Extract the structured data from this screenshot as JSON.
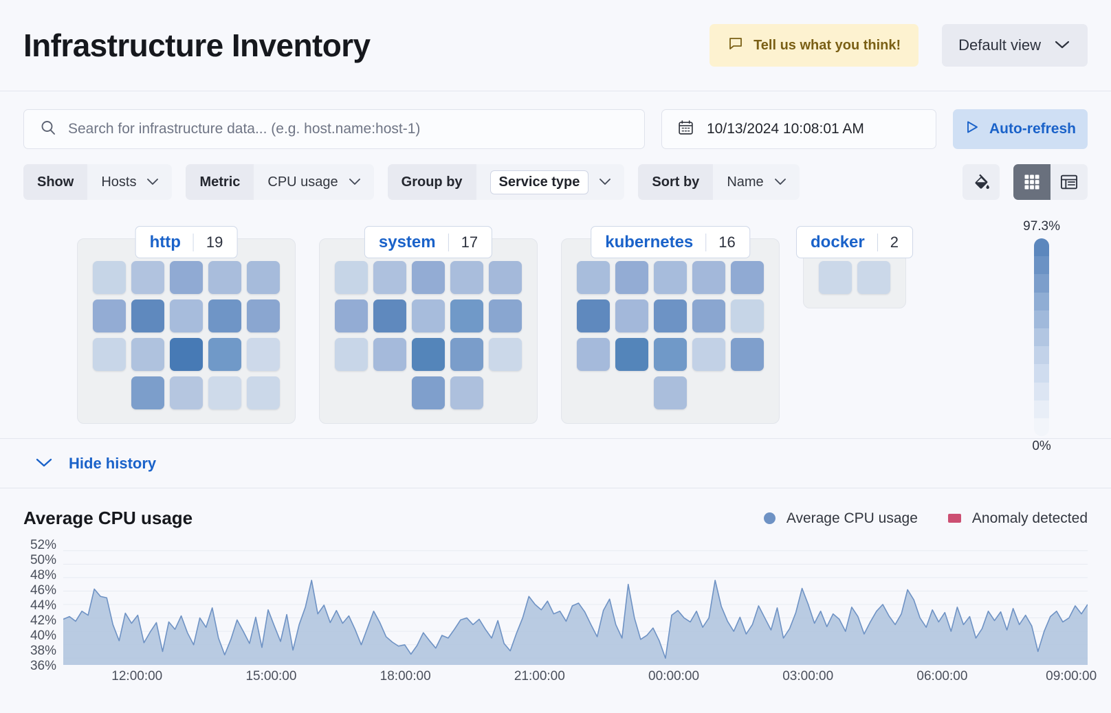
{
  "header": {
    "title": "Infrastructure Inventory",
    "feedback_label": "Tell us what you think!",
    "view_label": "Default view"
  },
  "search": {
    "placeholder": "Search for infrastructure data... (e.g. host.name:host-1)",
    "date_value": "10/13/2024 10:08:01 AM",
    "refresh_label": "Auto-refresh"
  },
  "filters": [
    {
      "label": "Show",
      "value": "Hosts",
      "boxed": false
    },
    {
      "label": "Metric",
      "value": "CPU usage",
      "boxed": false
    },
    {
      "label": "Group by",
      "value": "Service type",
      "boxed": true
    },
    {
      "label": "Sort by",
      "value": "Name",
      "boxed": false
    }
  ],
  "view_toggle": {
    "palette_icon": "paint-bucket-icon",
    "grid_icon": "grid-view-icon",
    "table_icon": "table-view-icon",
    "active": "grid"
  },
  "legend_scale": {
    "max": "97.3%",
    "min": "0%",
    "stops": [
      "#5c87bd",
      "#6b92c4",
      "#7c9ecb",
      "#8fadd4",
      "#a0b9db",
      "#b2c6e2",
      "#c2d2e9",
      "#cfdcef",
      "#dce5f3",
      "#e8eef7",
      "#f2f5fa"
    ]
  },
  "groups": [
    {
      "name": "http",
      "count": "19",
      "rows": [
        [
          "#c6d5e7",
          "#b1c3df",
          "#90aad3",
          "#a9bddc",
          "#a6bbdb"
        ],
        [
          "#93acd4",
          "#5f89be",
          "#a7bcdc",
          "#6f95c6",
          "#8aa6d0"
        ],
        [
          "#c8d6e8",
          "#afc2de",
          "#477ab5",
          "#7099c8",
          "#cdd9ea"
        ],
        [
          "#7c9ecb",
          "#b5c6e0",
          "#cedaea",
          "#cbd8e9"
        ]
      ],
      "row_offsets": [
        0,
        0,
        0,
        1
      ]
    },
    {
      "name": "system",
      "count": "17",
      "rows": [
        [
          "#c6d5e7",
          "#aec1de",
          "#93acd4",
          "#a9bddc",
          "#a4b9da"
        ],
        [
          "#93acd4",
          "#5f89be",
          "#a7bcdc",
          "#7099c8",
          "#89a6d0"
        ],
        [
          "#c8d6e8",
          "#a5badb",
          "#5485ba",
          "#7a9dca",
          "#cbd8e9"
        ],
        [
          "#7f9fcc",
          "#adc0dd"
        ]
      ],
      "row_offsets": [
        0,
        0,
        0,
        2
      ]
    },
    {
      "name": "kubernetes",
      "count": "16",
      "rows": [
        [
          "#a8bddc",
          "#93acd4",
          "#a7bcdc",
          "#a3b8da",
          "#90aad3"
        ],
        [
          "#5f89be",
          "#a3b8da",
          "#6d93c5",
          "#8aa6d0",
          "#c6d5e7"
        ],
        [
          "#a5badb",
          "#5485ba",
          "#7099c8",
          "#c2d1e6",
          "#7f9fcc"
        ],
        [
          "#aabedc"
        ]
      ],
      "row_offsets": [
        0,
        0,
        0,
        2
      ]
    },
    {
      "name": "docker",
      "count": "2",
      "rows": [
        [
          "#cbd8e9",
          "#cbd8e9"
        ]
      ],
      "row_offsets": [
        0
      ]
    }
  ],
  "history": {
    "toggle_label": "Hide history"
  },
  "chart_data": {
    "type": "area",
    "title": "Average CPU usage",
    "xlabel": "",
    "ylabel": "",
    "ylim": [
      35,
      53
    ],
    "grid": true,
    "legend_position": "top-right",
    "legend": [
      {
        "name": "Average CPU usage",
        "color": "#6e92c4",
        "marker": "circle"
      },
      {
        "name": "Anomaly detected",
        "color": "#cc4f72",
        "marker": "square"
      }
    ],
    "ytick_labels": [
      "52%",
      "50%",
      "48%",
      "46%",
      "44%",
      "42%",
      "40%",
      "38%",
      "36%"
    ],
    "ytick_values": [
      52,
      50,
      48,
      46,
      44,
      42,
      40,
      38,
      36
    ],
    "xtick_labels": [
      "12:00:00",
      "15:00:00",
      "18:00:00",
      "21:00:00",
      "00:00:00",
      "03:00:00",
      "06:00:00",
      "09:00:00"
    ],
    "xtick_positions": [
      0.072,
      0.203,
      0.334,
      0.465,
      0.596,
      0.727,
      0.858,
      0.984
    ],
    "series": [
      {
        "name": "Average CPU usage",
        "color": "#6e92c4",
        "fill": "#aec3dd",
        "values": [
          41.8,
          42.2,
          41.5,
          43.0,
          42.4,
          46.3,
          45.2,
          45.0,
          41.0,
          38.6,
          42.7,
          41.2,
          42.4,
          38.3,
          39.9,
          41.3,
          37.0,
          41.4,
          40.3,
          42.3,
          39.8,
          38.0,
          42.0,
          40.6,
          43.5,
          39.0,
          36.5,
          38.8,
          41.7,
          40.0,
          38.2,
          42.1,
          37.6,
          43.2,
          40.8,
          38.5,
          42.5,
          37.2,
          41.0,
          43.6,
          47.6,
          42.6,
          43.9,
          41.3,
          43.1,
          41.2,
          42.3,
          40.3,
          38.0,
          40.5,
          43.0,
          41.3,
          39.2,
          38.4,
          37.8,
          38.0,
          36.6,
          37.9,
          39.8,
          38.6,
          37.5,
          39.4,
          39.0,
          40.3,
          41.7,
          42.0,
          41.0,
          41.8,
          40.3,
          39.0,
          41.6,
          38.2,
          37.1,
          39.7,
          42.0,
          45.2,
          44.0,
          43.2,
          44.5,
          42.6,
          43.0,
          41.5,
          43.8,
          44.2,
          42.9,
          41.0,
          39.2,
          43.1,
          44.8,
          41.0,
          39.0,
          47.0,
          42.0,
          38.8,
          39.4,
          40.5,
          38.6,
          36.0,
          42.4,
          43.1,
          42.0,
          41.4,
          43.0,
          40.6,
          42.0,
          47.6,
          43.7,
          41.5,
          40.0,
          42.1,
          39.6,
          41.0,
          43.8,
          42.0,
          40.2,
          43.5,
          39.0,
          40.4,
          42.8,
          46.4,
          44.0,
          41.2,
          43.0,
          40.7,
          42.6,
          41.8,
          40.0,
          43.6,
          42.2,
          39.6,
          41.4,
          43.0,
          44.0,
          42.3,
          41.0,
          42.6,
          46.2,
          44.7,
          42.0,
          40.6,
          43.2,
          41.4,
          42.8,
          40.0,
          43.6,
          41.0,
          42.2,
          39.0,
          40.4,
          43.0,
          41.6,
          42.9,
          40.2,
          43.4,
          41.0,
          42.4,
          40.8,
          37.0,
          40.0,
          42.2,
          43.0,
          41.4,
          42.0,
          43.8,
          42.6,
          44.0
        ]
      }
    ],
    "anomalies": []
  }
}
